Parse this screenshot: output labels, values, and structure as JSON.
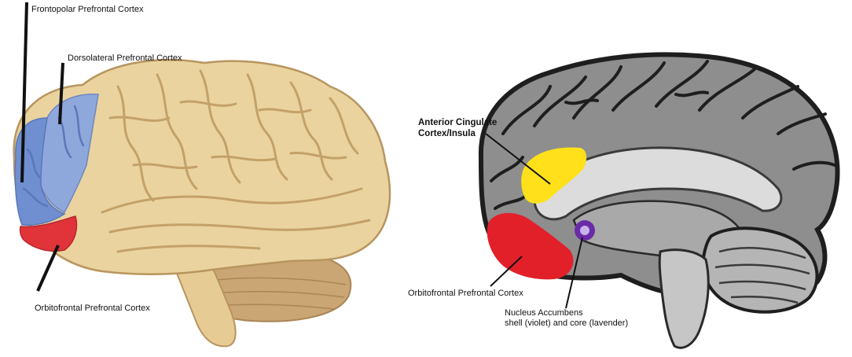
{
  "labels": {
    "frontopolar": "Frontopolar Prefrontal Cortex",
    "dorsolateral": "Dorsolateral Prefrontal Cortex",
    "orbitofrontal_left": "Orbitofrontal Prefrontal Cortex",
    "anterior_cingulate_line1": "Anterior Cingulate",
    "anterior_cingulate_line2": "Cortex/Insula",
    "orbitofrontal_right": "Orbitofrontal Prefrontal Cortex",
    "nucleus_line1": "Nucleus Accumbens",
    "nucleus_line2": "shell (violet) and core (lavender)"
  },
  "colors": {
    "frontopolar_region": "#6f8fd1",
    "dorsolateral_region": "#8fa8dc",
    "orbitofrontal_region": "#e0343a",
    "anterior_cingulate_region": "#ffe01a",
    "nucleus_shell": "#6a2ba6",
    "nucleus_core": "#c9b3ec",
    "brain_tan": "#e9d3a0",
    "medial_grey": "#8e8e8e"
  }
}
